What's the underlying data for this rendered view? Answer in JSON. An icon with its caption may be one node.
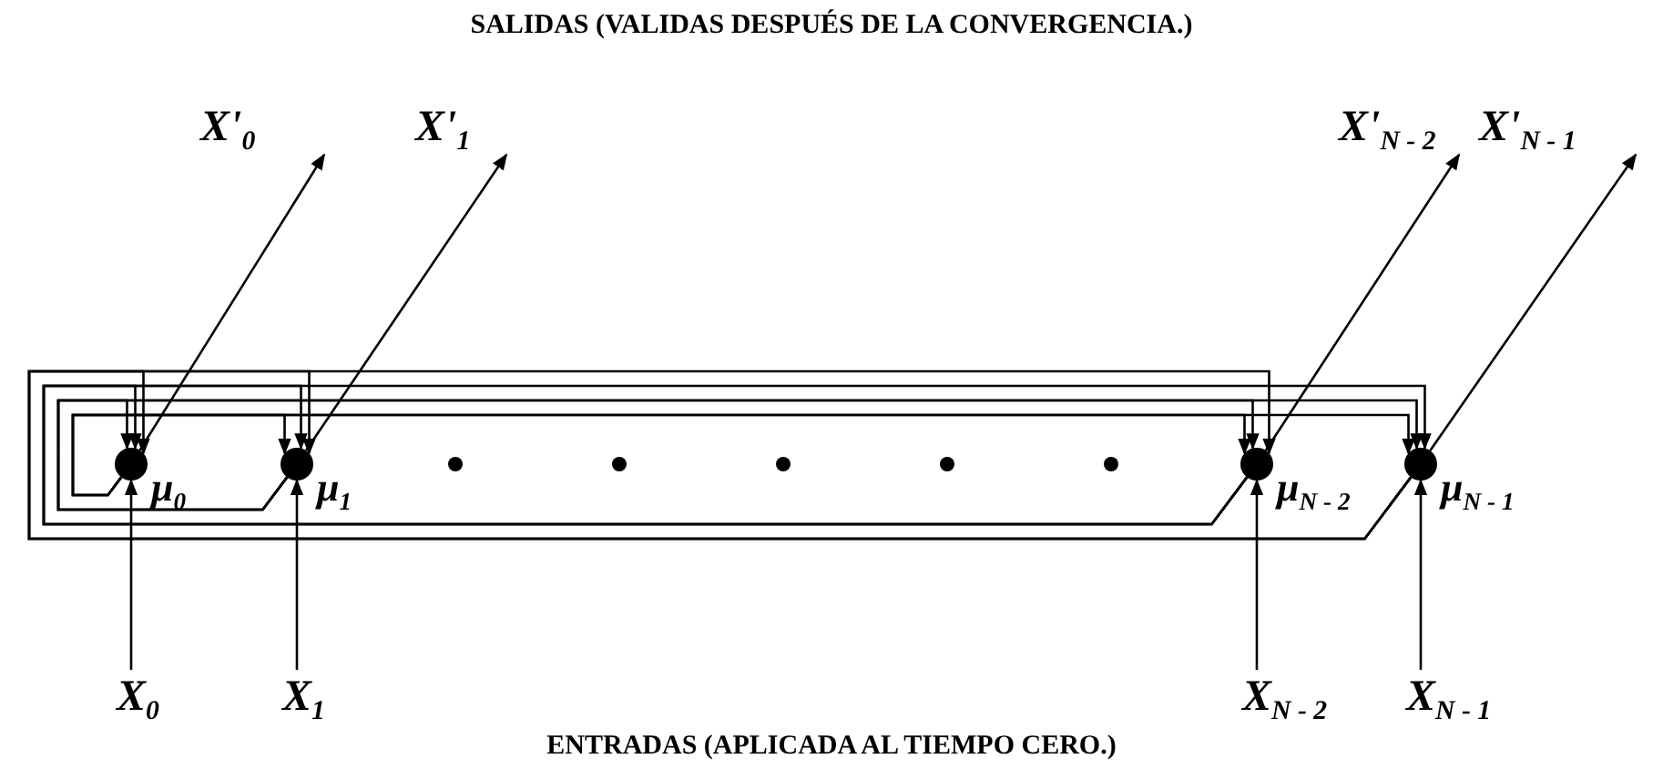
{
  "diagram": {
    "title": "SALIDAS (VALIDAS DESPUÉS DE LA CONVERGENCIA.)",
    "caption": "ENTRADAS (APLICADA AL TIEMPO CERO.)",
    "nodes": [
      {
        "text": [],
        "shape": "circle",
        "beside": [
          "μ$_{0}$"
        ]
      },
      {
        "text": [],
        "shape": "circle",
        "beside": [
          "μ$_{1}$"
        ]
      },
      {
        "text": [],
        "shape": "circle",
        "beside": [
          "μ$_{N - 2}$"
        ]
      },
      {
        "text": [],
        "shape": "circle",
        "beside": [
          "μ$_{N - 1}$"
        ]
      },
      {
        "text": [
          "X$_{0}$"
        ]
      },
      {
        "text": [
          "X$_{1}$"
        ]
      },
      {
        "text": [
          "X$_{N - 2}$"
        ]
      },
      {
        "text": [
          "X$_{N - 1}$"
        ]
      },
      {
        "text": [
          "X'$_{0}$"
        ]
      },
      {
        "text": [
          "X'$_{1}$"
        ]
      },
      {
        "text": [
          "X'$_{N - 2}$"
        ]
      },
      {
        "text": [
          "X'$_{N - 1}$"
        ]
      }
    ],
    "edges": [
      {
        "from": 4,
        "to": 0,
        "arrow": "to"
      },
      {
        "from": 5,
        "to": 1,
        "arrow": "to"
      },
      {
        "from": 6,
        "to": 2,
        "arrow": "to"
      },
      {
        "from": 7,
        "to": 3,
        "arrow": "to"
      },
      {
        "from": 0,
        "to": 8,
        "arrow": "to"
      },
      {
        "from": 1,
        "to": 9,
        "arrow": "to"
      },
      {
        "from": 2,
        "to": 10,
        "arrow": "to"
      },
      {
        "from": 3,
        "to": 11,
        "arrow": "to"
      },
      {
        "from": 0,
        "to": 1,
        "arrow": "to"
      },
      {
        "from": 0,
        "to": 2,
        "arrow": "to"
      },
      {
        "from": 0,
        "to": 3,
        "arrow": "to"
      },
      {
        "from": 1,
        "to": 0,
        "arrow": "to"
      },
      {
        "from": 1,
        "to": 2,
        "arrow": "to"
      },
      {
        "from": 1,
        "to": 3,
        "arrow": "to"
      },
      {
        "from": 2,
        "to": 0,
        "arrow": "to"
      },
      {
        "from": 2,
        "to": 1,
        "arrow": "to"
      },
      {
        "from": 2,
        "to": 3,
        "arrow": "to"
      },
      {
        "from": 3,
        "to": 0,
        "arrow": "to"
      },
      {
        "from": 3,
        "to": 1,
        "arrow": "to"
      },
      {
        "from": 3,
        "to": 2,
        "arrow": "to"
      }
    ]
  }
}
